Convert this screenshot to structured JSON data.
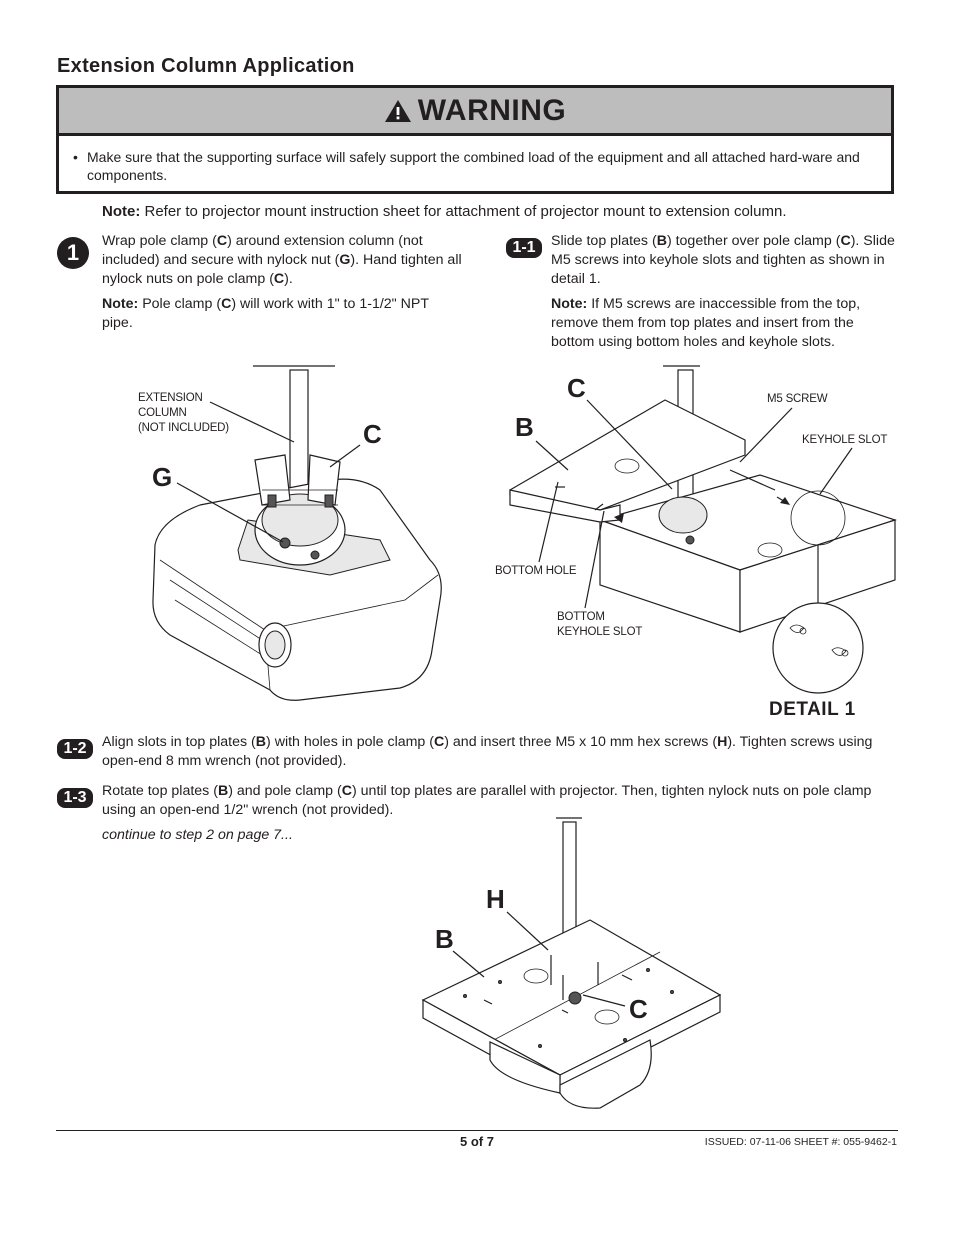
{
  "section_title": "Extension Column Application",
  "warning": {
    "title": "WARNING",
    "bullet": "•",
    "text": "Make sure that the supporting surface will safely support the combined load of the equipment and all attached hard-ware and components."
  },
  "top_note": {
    "label": "Note:",
    "text": " Refer to projector mount instruction sheet for attachment of projector mount to extension column."
  },
  "step1": {
    "badge": "1",
    "text_a": "Wrap pole clamp (",
    "C1": "C",
    "text_b": ") around extension column (not included) and secure with nylock nut (",
    "G": "G",
    "text_c": "). Hand tighten all nylock nuts on pole clamp (",
    "C2": "C",
    "text_d": ").",
    "note_label": "Note:",
    "note_a": " Pole clamp (",
    "note_C": "C",
    "note_b": ") will work with 1\" to 1-1/2\" NPT pipe."
  },
  "step1_1": {
    "badge": "1-1",
    "text_a": "Slide top plates (",
    "B": "B",
    "text_b": ") together over pole clamp (",
    "C": "C",
    "text_c": "). Slide M5 screws into keyhole slots and tighten as shown in detail 1.",
    "note_label": "Note:",
    "note_text": " If M5 screws are inaccessible from the top, remove them from top plates and insert from the bottom using bottom holes and keyhole slots."
  },
  "fig1": {
    "ext_label_1": "EXTENSION",
    "ext_label_2": "COLUMN",
    "ext_label_3": "(NOT INCLUDED)",
    "C": "C",
    "G": "G"
  },
  "fig2": {
    "C": "C",
    "B": "B",
    "m5": "M5 SCREW",
    "keyhole": "KEYHOLE SLOT",
    "bottom_hole": "BOTTOM HOLE",
    "bottom_keyhole_1": "BOTTOM",
    "bottom_keyhole_2": "KEYHOLE SLOT",
    "detail": "DETAIL  1"
  },
  "step1_2": {
    "badge": "1-2",
    "text_a": "Align slots in top plates (",
    "B": "B",
    "text_b": ") with holes in pole clamp (",
    "C": "C",
    "text_c": ") and insert three M5 x 10 mm hex screws (",
    "H": "H",
    "text_d": "). Tighten screws using open-end 8 mm wrench (not provided)."
  },
  "step1_3": {
    "badge": "1-3",
    "text_a": "Rotate top plates (",
    "B": "B",
    "text_b": ") and pole clamp (",
    "C": "C",
    "text_c": ") until top plates are parallel with projector. Then, tighten nylock nuts on pole clamp using an open-end 1/2\" wrench (not provided).",
    "continue": "continue to step 2 on page 7..."
  },
  "fig3": {
    "H": "H",
    "B": "B",
    "C": "C"
  },
  "footer": {
    "page": "5 of 7",
    "issued": "ISSUED: 07-11-06  SHEET #: 055-9462-1"
  }
}
